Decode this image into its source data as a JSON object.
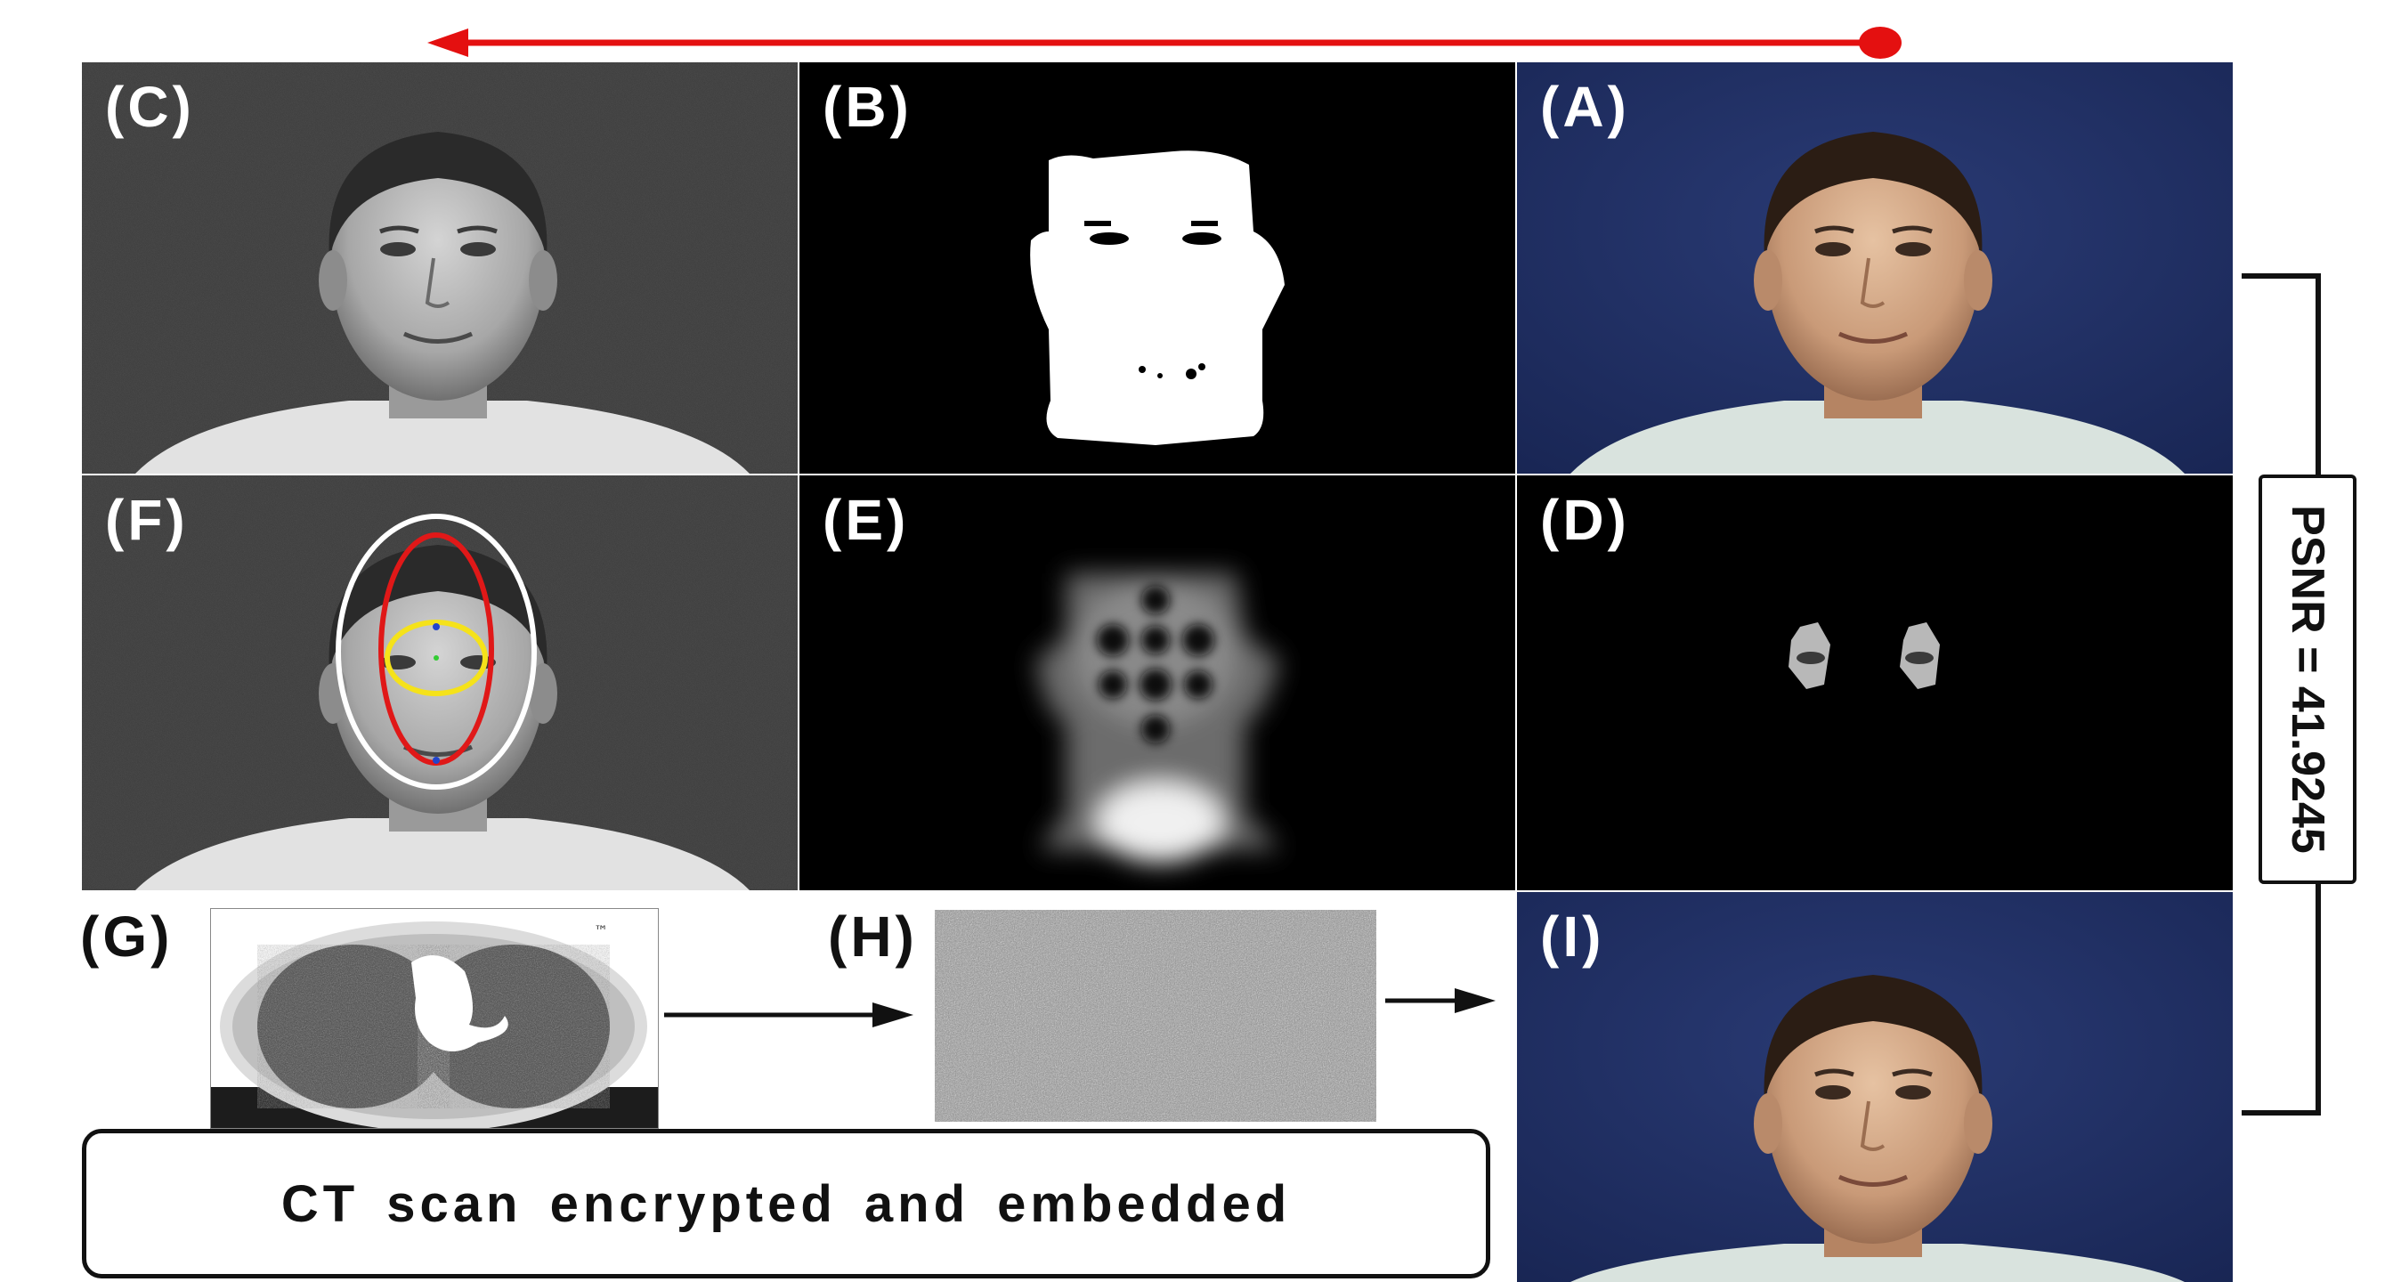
{
  "panels": {
    "A": {
      "label": "(A)"
    },
    "B": {
      "label": "(B)"
    },
    "C": {
      "label": "(C)"
    },
    "D": {
      "label": "(D)"
    },
    "E": {
      "label": "(E)"
    },
    "F": {
      "label": "(F)"
    },
    "G": {
      "label": "(G)"
    },
    "H": {
      "label": "(H)"
    },
    "I": {
      "label": "(I)"
    }
  },
  "caption": "CT scan  encrypted  and embedded",
  "psnr_label": "PSNR = 41.9245",
  "colors": {
    "top_arrow": "#e41010",
    "photo_background": "#1f2f63",
    "grayscale_background": "#3a3a3a",
    "ellipse_outer": "#ffffff",
    "ellipse_red": "#e01818",
    "ellipse_yellow": "#f5e21a",
    "connector_lines": "#111111"
  }
}
